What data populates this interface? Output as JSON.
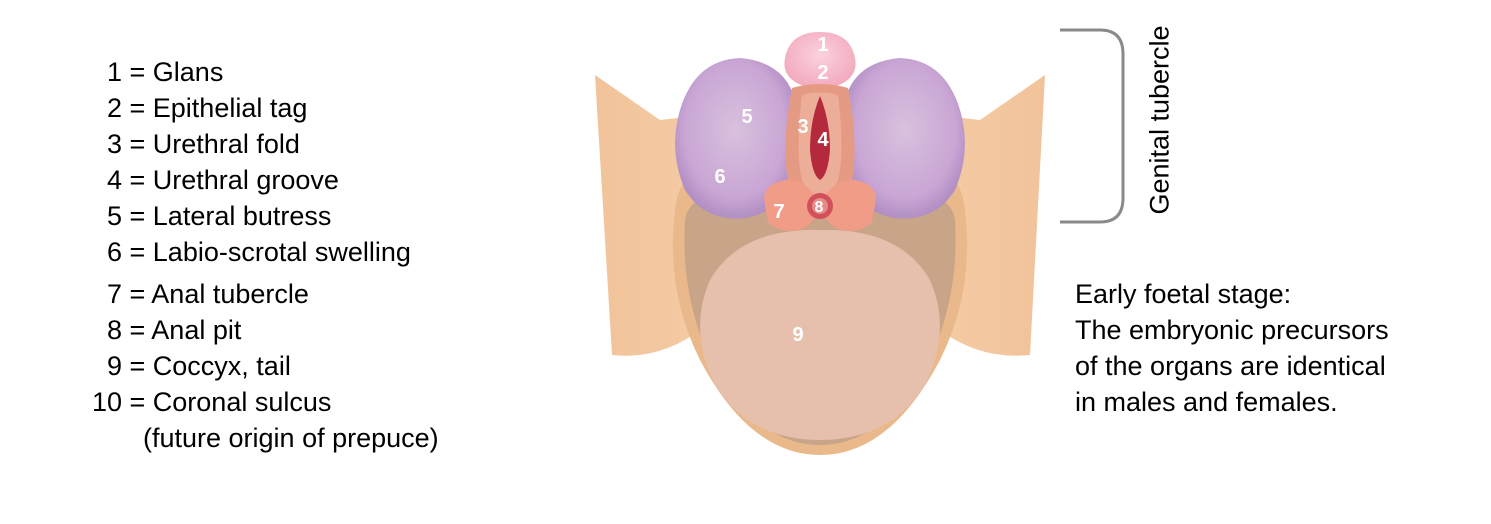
{
  "legend": {
    "items": [
      {
        "num": "1",
        "text": "= Glans"
      },
      {
        "num": "2",
        "text": "= Epithelial tag"
      },
      {
        "num": "3",
        "text": "= Urethral fold"
      },
      {
        "num": "4",
        "text": "= Urethral groove"
      },
      {
        "num": "5",
        "text": "= Lateral butress"
      },
      {
        "num": "6",
        "text": "= Labio-scrotal swelling"
      },
      {
        "num": "7",
        "text": "= Anal tubercle"
      },
      {
        "num": "8",
        "text": "= Anal pit"
      },
      {
        "num": "9",
        "text": "= Coccyx, tail"
      },
      {
        "num": "10",
        "text": "= Coronal sulcus"
      }
    ],
    "continuation": "(future origin of prepuce)"
  },
  "diagram": {
    "labels": {
      "l1": "1",
      "l2": "2",
      "l3": "3",
      "l4": "4",
      "l5": "5",
      "l6": "6",
      "l7": "7",
      "l8": "8",
      "l9": "9"
    }
  },
  "bracket_label": "Genital tubercle",
  "note": {
    "lines": [
      "Early foetal stage:",
      "The embryonic precursors",
      "of the organs are identical",
      "in males and females."
    ]
  }
}
